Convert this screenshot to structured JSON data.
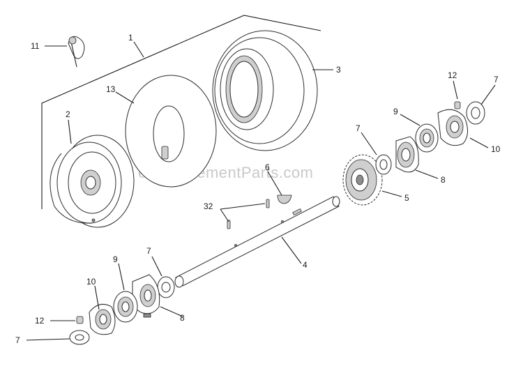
{
  "watermark": "eReplacementParts.com",
  "callouts": {
    "c1": "1",
    "c2": "2",
    "c3": "3",
    "c4": "4",
    "c5": "5",
    "c6": "6",
    "c7a": "7",
    "c7b": "7",
    "c7c": "7",
    "c7d": "7",
    "c8a": "8",
    "c8b": "8",
    "c9a": "9",
    "c9b": "9",
    "c10a": "10",
    "c10b": "10",
    "c11": "11",
    "c12a": "12",
    "c12b": "12",
    "c13": "13",
    "c32": "32"
  }
}
